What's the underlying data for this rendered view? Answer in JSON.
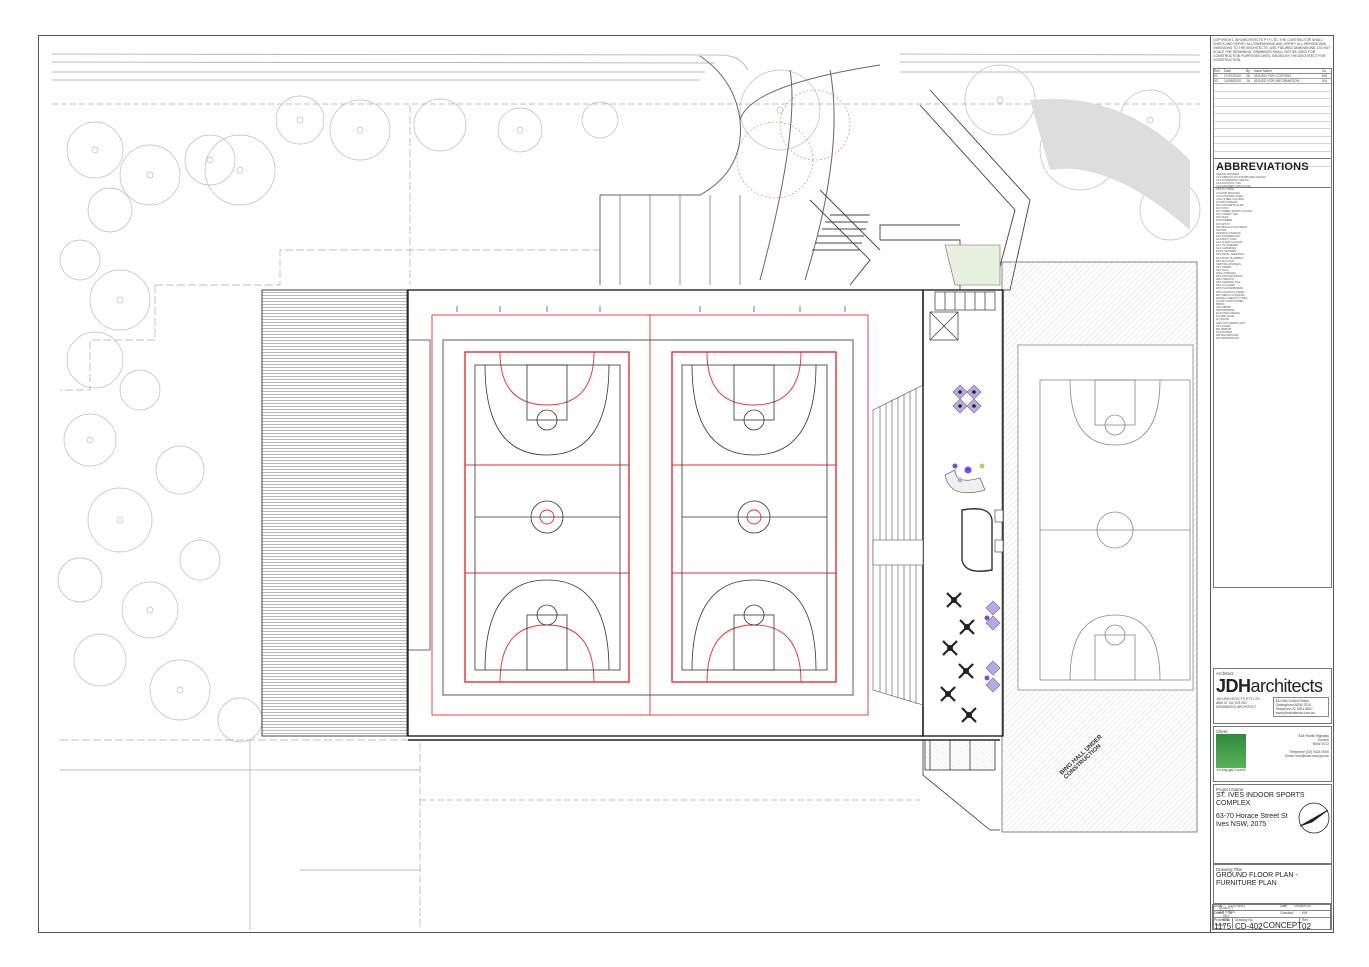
{
  "copyright_note": "COPYRIGHT JDH ARCHITECTS PTY LTD. THE CONTRACTOR SHALL CHECK AND VERIFY ALL DIMENSIONS AND VERIFY ALL ERRORS AND OMISSIONS TO THE ARCHITECTS. USE FIGURED DIMENSIONS. DO NOT SCALE THE DRAWINGS. DRAWINGS SHALL NOT BE USED FOR CONSTRUCTION PURPOSES UNTIL ISSUED BY THE ARCHITECT FOR CONSTRUCTION.",
  "revisions": {
    "headers": [
      "Rev",
      "Date",
      "By",
      "Issue Name",
      "Ck"
    ],
    "rows": [
      [
        "01",
        "27/07/2020",
        "JA",
        "ISSUED FOR COSTING",
        "KM"
      ],
      [
        "02",
        "14/08/2020",
        "JA",
        "ISSUED FOR INFORMATION",
        "KM"
      ]
    ]
  },
  "abbreviations": {
    "title": "ABBREVIATIONS",
    "lines": [
      "CEILING FINISHES",
      "CF1 FIBROUS PLASTERBOARD CEILING",
      "CF2 SUSPENDED CEILING",
      "CF3 ACOUSTIC TILE",
      "CF4 EXPOSED STRUCTURE",
      "CF5 FC LINING",
      "COLUMN FINISHES",
      "COL1 PAINTED STEEL",
      "COL2 STEEL COLUMN",
      "FLOOR FINISHES",
      "FF1 CONCRETE SLAB",
      "FF2 VINYL",
      "FF3 TIMBER SPORTS FLOOR",
      "FF4 CARPET TILE",
      "FF5 TILES",
      "FF6 RUBBER",
      "FF7 EPOXY",
      "FF8 SEALED CONCRETE",
      "FF9 MAT",
      "FRAMING FINISHES",
      "FR1 POWDERCOAT",
      "GLAZING TYPES",
      "GL1 CLEAR GLAZING",
      "GL2 TOUGHENED",
      "GL3 LAMINATED",
      "ROOF FINISHES",
      "RF1 METAL SHEETING",
      "RF2 ROOF PLUMBING",
      "RF3 SKYLIGHT",
      "SKIRTING FINISHES",
      "SK1 TIMBER",
      "SK2 VINYL",
      "WALL FINISHES",
      "WF1 PAINTED BLOCK",
      "WF2 PRECAST",
      "WF3 CERAMIC TILE",
      "WF4 FC SHEET",
      "WF5 PLASTERBOARD",
      "WF6 ACOUSTIC PANEL",
      "WF7 METAL CLADDING",
      "MISCELLANEOUS TYPES",
      "AC AIR CONDITIONER",
      "BB BIN",
      "CB CABINET",
      "DP DOWNPIPE",
      "EX EXTINGUISHER",
      "FH FIRE HOSE",
      "GT GRATE",
      "HWU HOT WATER UNIT",
      "LB LOCKER",
      "MR MIRROR",
      "SH SHOWER",
      "WB WHITEBOARD",
      "WP WATERPROOF"
    ]
  },
  "architect": {
    "section_label": "Architect",
    "name_bold": "JDH",
    "name_rest": "architects",
    "company_lines": [
      "JDH ARCHITECTS PTY LTD",
      "ABN 37 111 678 302",
      "NOMINATED ARCHITECT"
    ],
    "address_lines": [
      "4A Little Oxford Street",
      "Darlinghurst NSW 2010",
      "Telephone 02 9261 8607",
      "www.jdharchitects.com.au"
    ]
  },
  "client": {
    "section_label": "Client",
    "logo_text": "Ku-ring-gai Council",
    "address_lines": [
      "818 Pacific Highway",
      "Gordon",
      "NSW 2072"
    ],
    "contact_lines": [
      "Telephone (02) 9424 0000",
      "Email: kmc@kmc.nsw.gov.au"
    ]
  },
  "project": {
    "label": "Project Name",
    "name_lines": [
      "ST. IVES INDOOR SPORTS",
      "COMPLEX"
    ],
    "address_lines": [
      "63-70 Horace Street St",
      "Ives NSW, 2075"
    ]
  },
  "drawing": {
    "title_label": "Drawing Title",
    "title_lines": [
      "GROUND FLOOR PLAN -",
      "FURNITURE PLAN"
    ],
    "scale_label": "Scale",
    "scale": "1:100 @A1",
    "date_label": "Date",
    "date": "14/08/2020",
    "drawn_label": "Drawn",
    "drawn": "JA",
    "checked_label": "Checked",
    "checked": "KM",
    "project_no_label": "Project No",
    "project_no": "1175",
    "drawing_no_label": "Drawing No",
    "drawing_no": "CD-402",
    "rev_label": "Rev",
    "rev": "02",
    "quality_lines": [
      "QUALITY",
      "CERTIFIED",
      "ISO",
      "9001"
    ],
    "status_label": "Status",
    "status": "CONCEPT"
  },
  "plan_labels": {
    "construction_stamp_1": "BING HALL UNDER",
    "construction_stamp_2": "CONSTRUCTION"
  },
  "colors": {
    "court_lines": "#e03030",
    "linework": "#333333",
    "existing_court": "#888888",
    "furniture_purple": "#7a4de0",
    "furniture_lilac": "#b9a8e8"
  }
}
